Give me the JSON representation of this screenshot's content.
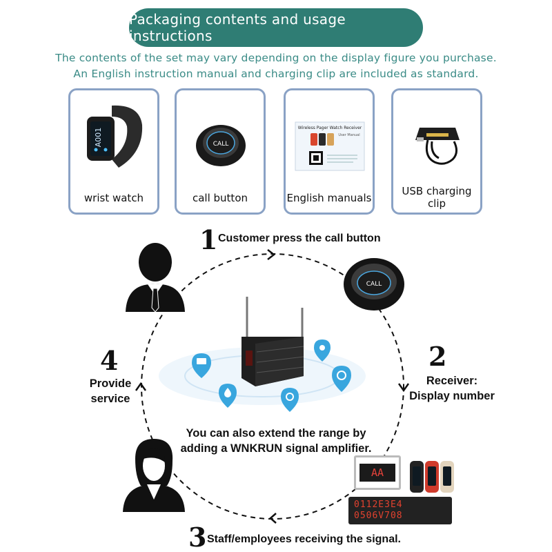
{
  "header": {
    "title": "Packaging contents and usage instructions",
    "subtitle_line1": "The contents of the set may vary depending on the display figure you purchase.",
    "subtitle_line2": "An English instruction manual and charging clip are included as standard."
  },
  "package_items": [
    {
      "label": "wrist watch",
      "icon": "wrist-watch-icon",
      "screen_text": "A001"
    },
    {
      "label": "call button",
      "icon": "call-button-icon",
      "button_text": "CALL"
    },
    {
      "label": "English manuals",
      "icon": "manual-icon",
      "manual_title": "Wireless Pager Watch Receiver",
      "manual_sub": "User Manual"
    },
    {
      "label": "USB charging clip",
      "icon": "charging-clip-icon"
    }
  ],
  "steps": [
    {
      "number": "1",
      "text": "Customer press the call button"
    },
    {
      "number": "2",
      "text": "Receiver: Display number"
    },
    {
      "number": "3",
      "text": "Staff/employees receiving the signal."
    },
    {
      "number": "4",
      "text": "Provide service"
    }
  ],
  "center_note": {
    "line1": "You can also extend the range by",
    "line2": "adding a WNKRUN signal amplifier."
  },
  "devices": {
    "call_button_text": "CALL",
    "display_number": "AA",
    "lcd_line1": "0112E3E4",
    "lcd_line2": "0506V708"
  },
  "colors": {
    "banner": "#2f7d74",
    "subtitle": "#3a8b86",
    "card_border": "#8aa2c5",
    "accent_blue": "#3aa0d8"
  }
}
